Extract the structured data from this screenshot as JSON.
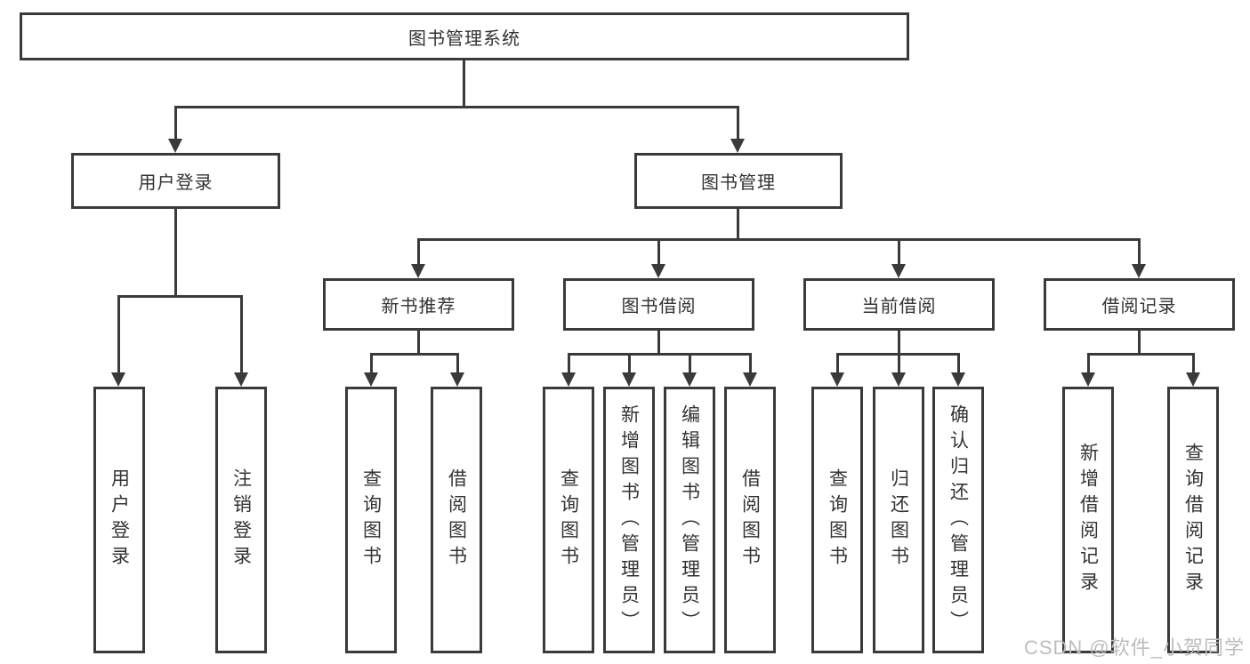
{
  "diagram": {
    "root": "图书管理系统",
    "level1": [
      "用户登录",
      "图书管理"
    ],
    "level2": [
      "新书推荐",
      "图书借阅",
      "当前借阅",
      "借阅记录"
    ],
    "level3": {
      "user_login": [
        "用户登录",
        "注销登录"
      ],
      "new_book": [
        "查询图书",
        "借阅图书"
      ],
      "book_borrow": [
        "查询图书",
        "新增图书（管理员）",
        "编辑图书（管理员）",
        "借阅图书"
      ],
      "current_borrow": [
        "查询图书",
        "归还图书",
        "确认归还（管理员）"
      ],
      "borrow_records": [
        "新增借阅记录",
        "查询借阅记录"
      ]
    }
  },
  "watermark": "CSDN @软件_小贺同学",
  "colors": {
    "line": "#3a3a3a",
    "text": "#333333",
    "watermark": "#bdbdbd",
    "background": "#ffffff"
  }
}
